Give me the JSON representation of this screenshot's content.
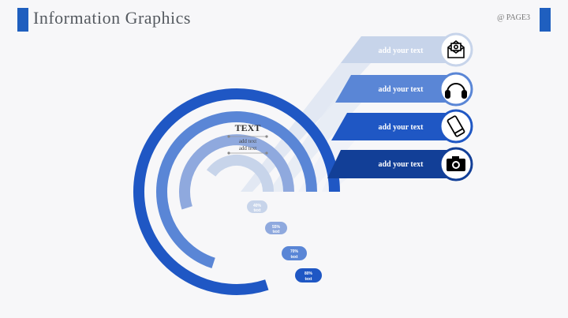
{
  "header": {
    "title": "Information Graphics",
    "page_label": "@ PAGE3"
  },
  "center": {
    "title": "TEXT",
    "line1": "add text",
    "line2": "add text"
  },
  "tabs": [
    {
      "label": "add your text",
      "icon": "mail-icon",
      "color": "#c7d4ea"
    },
    {
      "label": "add your text",
      "icon": "headphones-icon",
      "color": "#5a86d6"
    },
    {
      "label": "add your text",
      "icon": "smartphone-icon",
      "color": "#1f57c4"
    },
    {
      "label": "add your text",
      "icon": "camera-icon",
      "color": "#123f97"
    }
  ],
  "rings": [
    {
      "percent_label": "40%",
      "sub": "text",
      "value": 40,
      "color": "#c7d4ea"
    },
    {
      "percent_label": "55%",
      "sub": "text",
      "value": 55,
      "color": "#8fa9de"
    },
    {
      "percent_label": "70%",
      "sub": "text",
      "value": 70,
      "color": "#5a86d6"
    },
    {
      "percent_label": "80%",
      "sub": "text",
      "value": 80,
      "color": "#1f57c4"
    }
  ]
}
